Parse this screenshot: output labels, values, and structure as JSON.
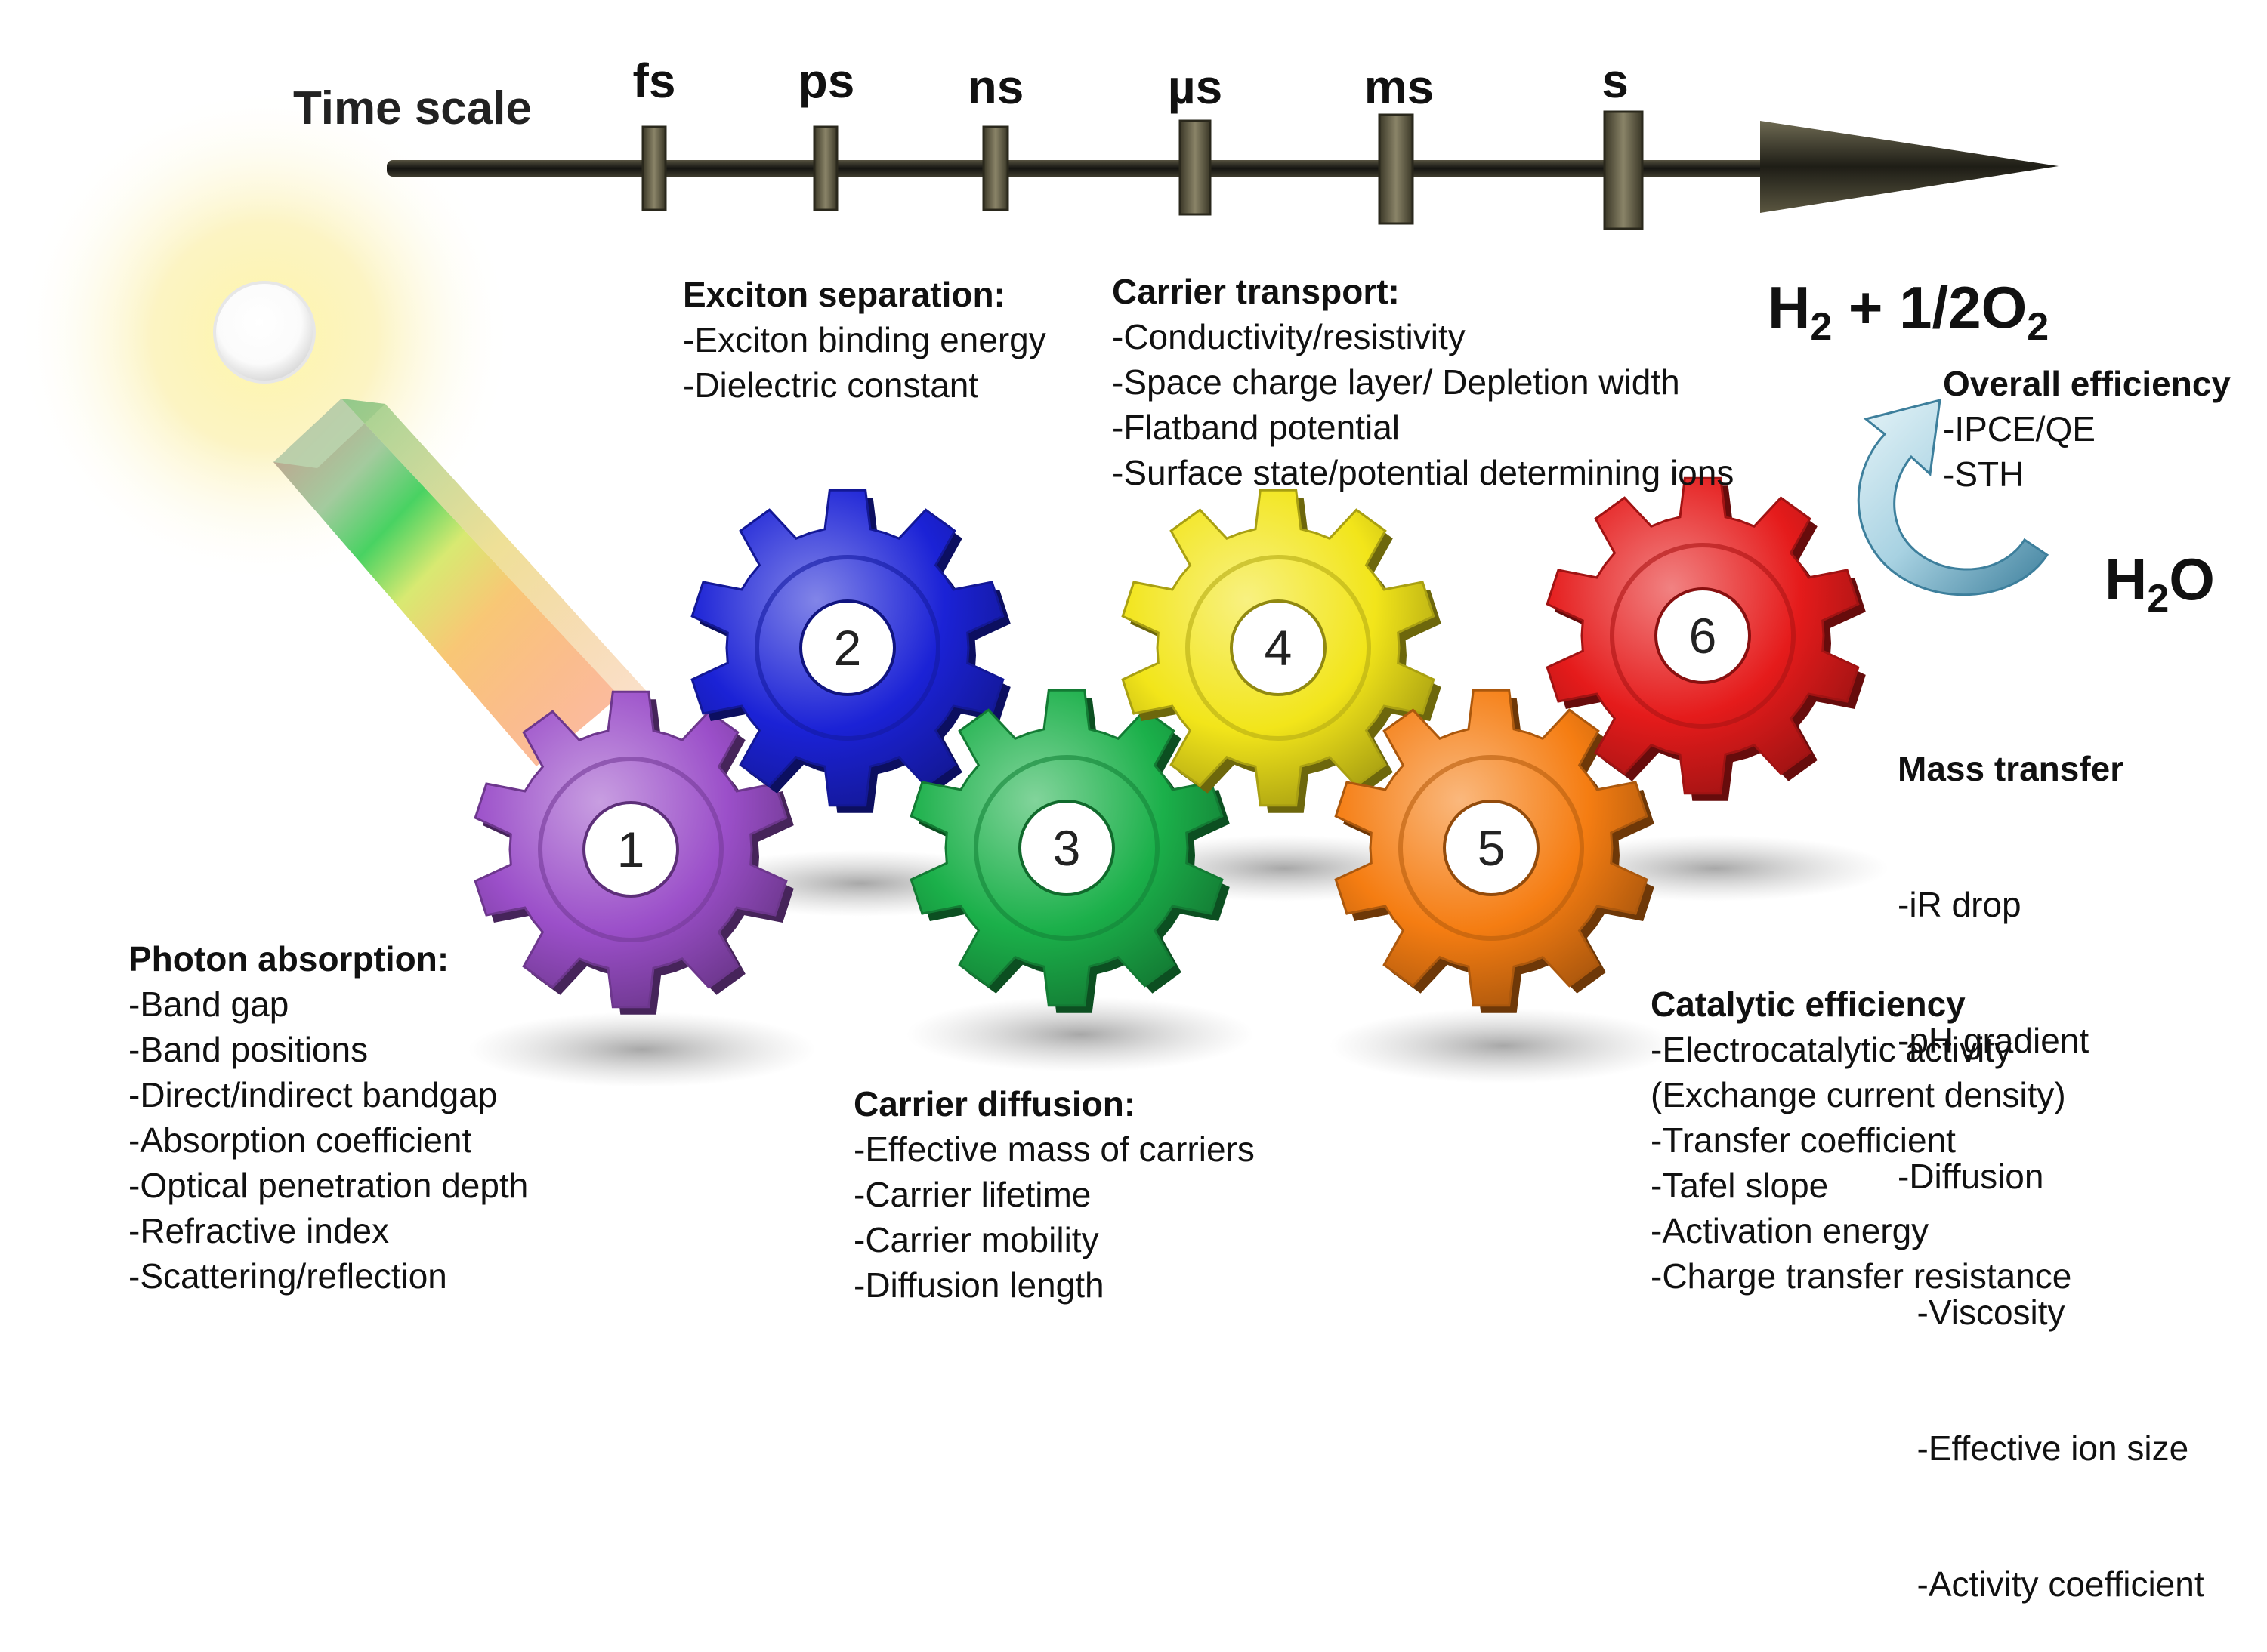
{
  "timeline": {
    "title": "Time scale",
    "ticks": [
      "fs",
      "ps",
      "ns",
      "µs",
      "ms",
      "s"
    ]
  },
  "gears": [
    {
      "number": "1",
      "color": "#9b4fc9",
      "heading": "Photon absorption:",
      "items": [
        "-Band gap",
        "-Band positions",
        "-Direct/indirect bandgap",
        "-Absorption coefficient",
        "-Optical penetration depth",
        "-Refractive index",
        "-Scattering/reflection"
      ]
    },
    {
      "number": "2",
      "color": "#1b22d6",
      "heading": "Exciton separation:",
      "items": [
        "-Exciton binding energy",
        "-Dielectric constant"
      ]
    },
    {
      "number": "3",
      "color": "#1bb04a",
      "heading": "Carrier diffusion:",
      "items": [
        "-Effective mass of carriers",
        "-Carrier lifetime",
        "-Carrier mobility",
        "-Diffusion length"
      ]
    },
    {
      "number": "4",
      "color": "#f2e51a",
      "heading": "Carrier transport:",
      "items": [
        "-Conductivity/resistivity",
        "-Space charge layer/ Depletion width",
        "-Flatband potential",
        "-Surface state/potential determining ions"
      ]
    },
    {
      "number": "5",
      "color": "#f57d12",
      "heading": "Catalytic efficiency",
      "items": [
        "-Electrocatalytic activity",
        "(Exchange current density)",
        "-Transfer coefficient",
        "-Tafel slope",
        "-Activation energy",
        "-Charge transfer resistance"
      ]
    },
    {
      "number": "6",
      "color": "#e51b1b",
      "heading": "Mass transfer",
      "items": [
        "-iR drop",
        "-pH gradient",
        "-Diffusion",
        "  -Viscosity",
        "  -Effective ion size",
        "  -Activity coefficient"
      ]
    }
  ],
  "overall": {
    "heading": "Overall efficiency",
    "items": [
      "-IPCE/QE",
      "-STH"
    ]
  },
  "products": {
    "h2_prefix": "H",
    "h2_sub": "2",
    "o2_middle": " + 1/2O",
    "o2_sub": "2"
  },
  "reactant": {
    "h_prefix": "H",
    "h_sub": "2",
    "suffix": "O"
  }
}
